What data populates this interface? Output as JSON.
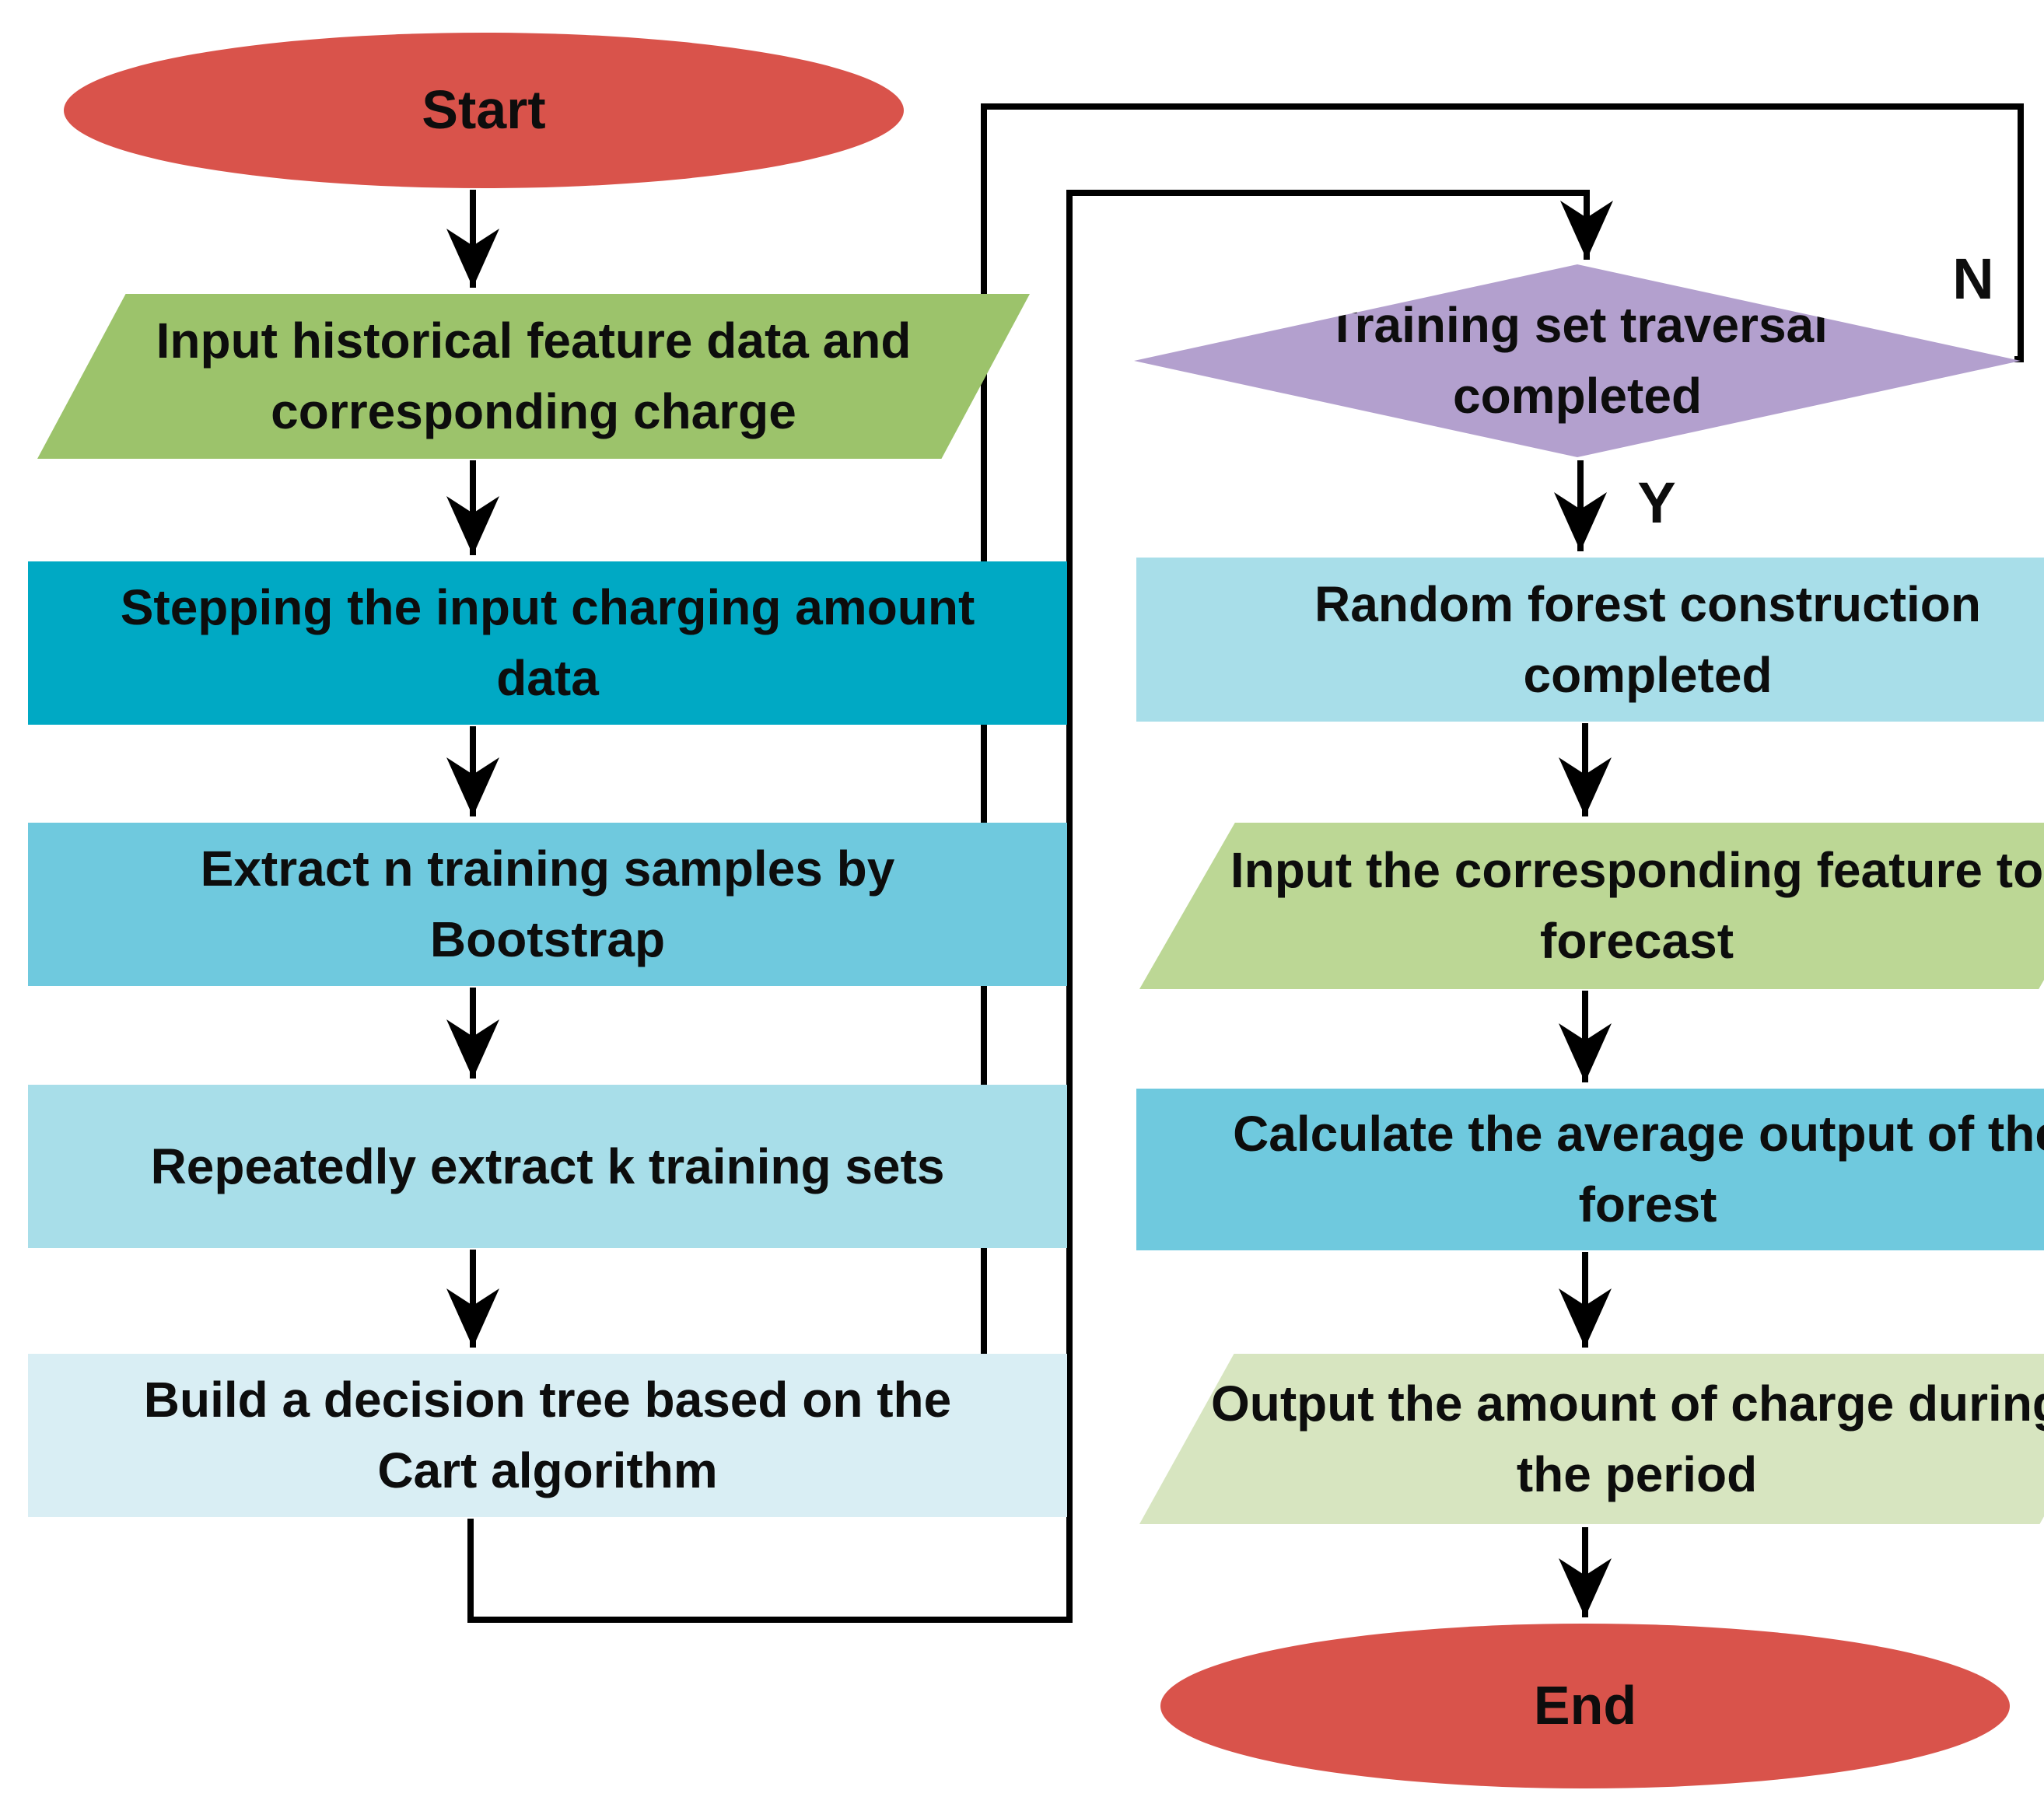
{
  "flowchart": {
    "nodes": {
      "start": "Start",
      "input_historical": "Input historical feature data and corresponding charge",
      "stepping": "Stepping the input charging amount data",
      "extract_samples": "Extract n training samples by Bootstrap",
      "extract_sets": "Repeatedly extract k training sets",
      "build_tree": "Build a decision tree based on the Cart algorithm",
      "traversal_decision": "Training set traversal completed",
      "forest_completed": "Random forest construction completed",
      "input_feature": "Input the corresponding feature to forecast",
      "calc_average": "Calculate the average output of the forest",
      "output_charge": "Output the amount of charge during the period",
      "end": "End"
    },
    "branch_labels": {
      "no": "N",
      "yes": "Y"
    },
    "colors": {
      "terminator_red": "#d9534b",
      "io_parallelogram_left": "#9cc36b",
      "process_teal": "#00a9c4",
      "process_blue": "#6fc9de",
      "process_lightblue": "#a8dee9",
      "process_palest_blue": "#d9eef4",
      "decision_purple": "#b3a0ce",
      "io_parallelogram_right": "#bcd795",
      "io_parallelogram_output": "#d7e5c0",
      "connector_black": "#000000"
    }
  }
}
